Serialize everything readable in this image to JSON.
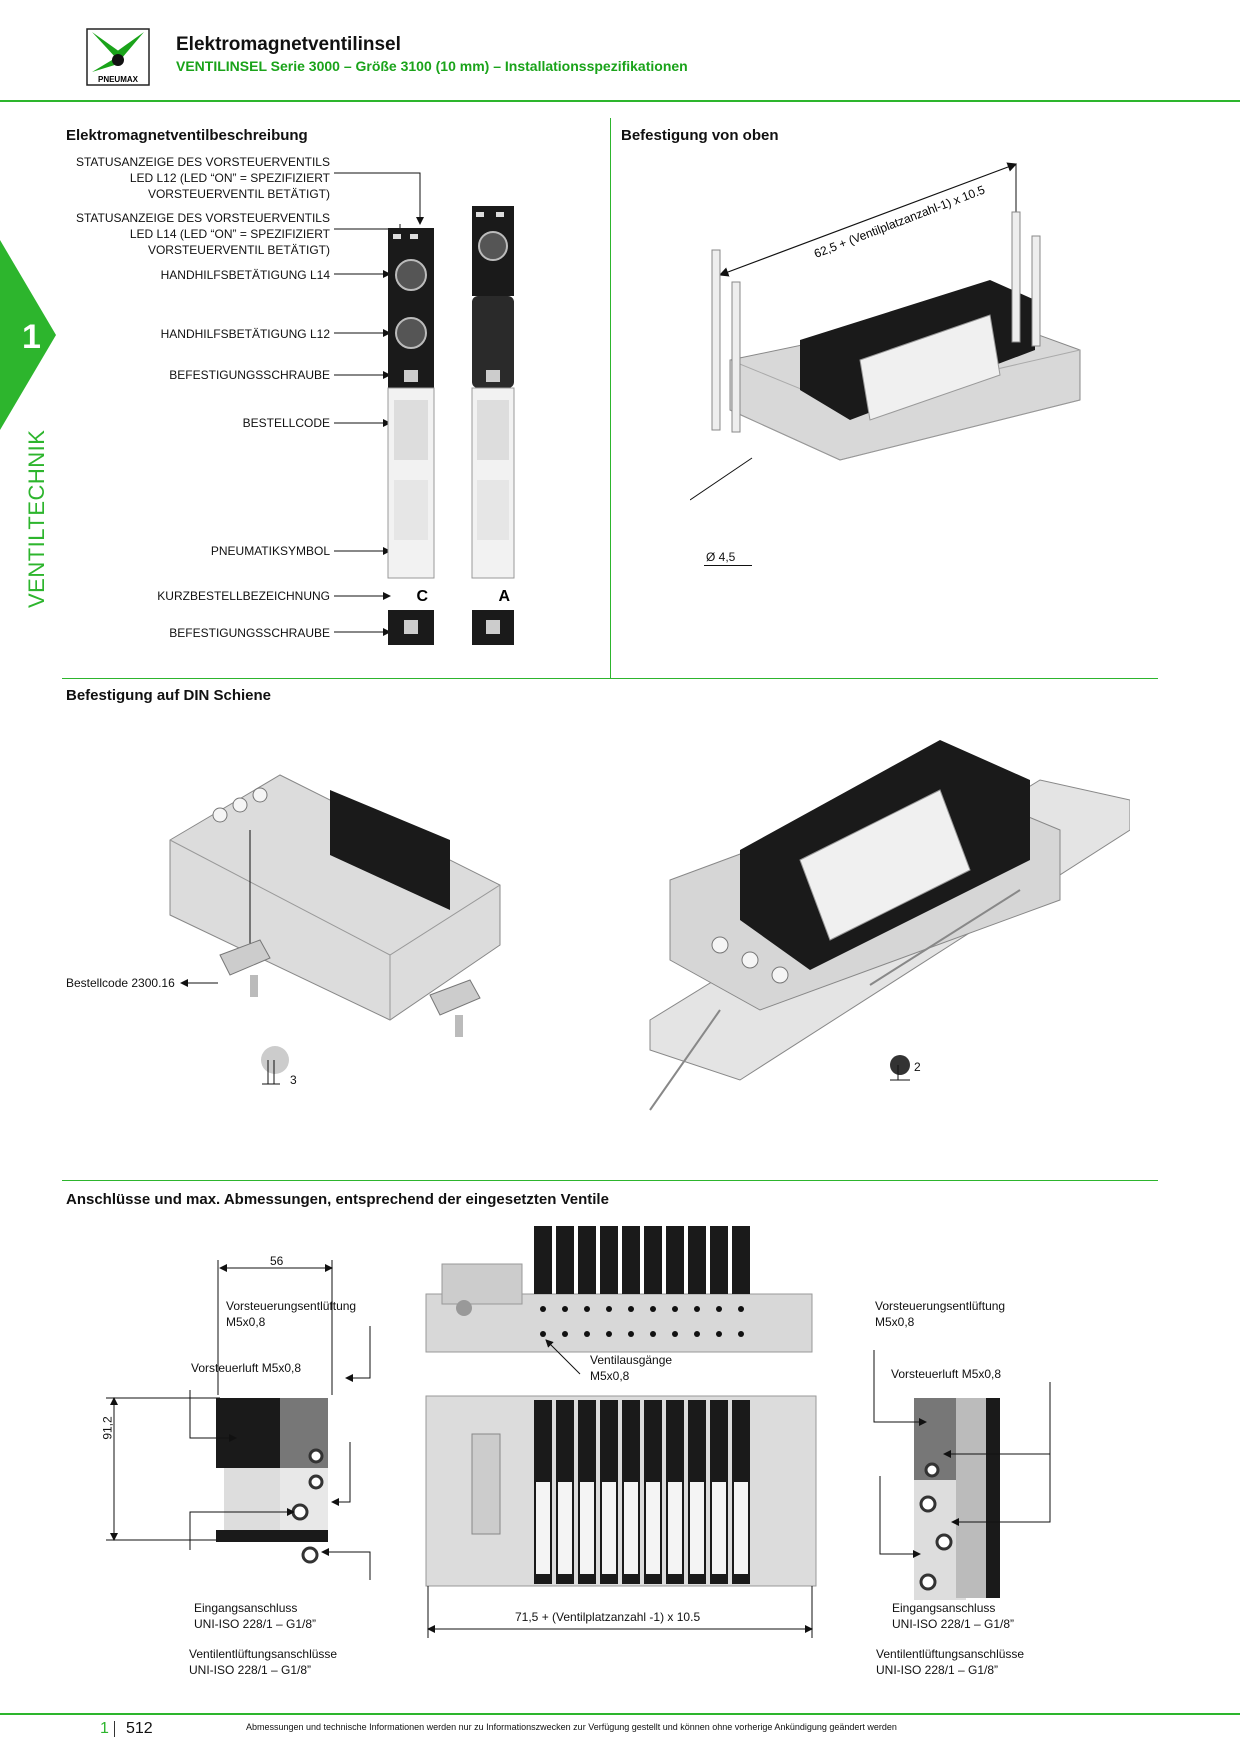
{
  "header": {
    "logo_text": "PNEUMAX",
    "title": "Elektromagnetventilinsel",
    "subtitle": "VENTILINSEL Serie 3000 – Größe 3100 (10 mm) – Installationsspezifikationen"
  },
  "side": {
    "chapter_number": "1",
    "chapter_label": "VENTILTECHNIK"
  },
  "section1": {
    "title": "Elektromagnetventilbeschreibung",
    "labels": [
      "STATUSANZEIGE DES VORSTEUERVENTILS\nLED L12 (LED “ON” = SPEZIFIZIERT\nVORSTEUERVENTIL BETÄTIGT)",
      "STATUSANZEIGE DES VORSTEUERVENTILS\nLED L14 (LED “ON” = SPEZIFIZIERT\nVORSTEUERVENTIL BETÄTIGT)",
      "HANDHILFSBETÄTIGUNG L14",
      "HANDHILFSBETÄTIGUNG L12",
      "BEFESTIGUNGSSCHRAUBE",
      "BESTELLCODE",
      "PNEUMATIKSYMBOL",
      "KURZBESTELLBEZEICHNUNG",
      "BEFESTIGUNGSSCHRAUBE"
    ],
    "valve1_letter": "C",
    "valve2_letter": "A"
  },
  "section2": {
    "title": "Befestigung von oben",
    "dim_label": "62,5 + (Ventilplatzanzahl-1) x 10.5",
    "hole_label": "Ø 4,5"
  },
  "section3": {
    "title": "Befestigung auf DIN Schiene",
    "order_code": "Bestellcode 2300.16",
    "torque1": "3",
    "torque2": "2"
  },
  "section4": {
    "title": "Anschlüsse und max. Abmessungen, entsprechend der eingesetzten Ventile",
    "dim_56": "56",
    "dim_912": "91,2",
    "left_pilot_exhaust": "Vorsteuerungsentlüftung\nM5x0,8",
    "left_pilot_air": "Vorsteuerluft  M5x0,8",
    "left_inlet": "Eingangsanschluss\nUNI-ISO 228/1 – G1/8”",
    "left_exhaust": "Ventilentlüftungsanschlüsse\nUNI-ISO 228/1 – G1/8”",
    "center_outputs": "Ventilausgänge\nM5x0,8",
    "center_dim": "71,5 + (Ventilplatzanzahl -1) x 10.5",
    "right_pilot_exhaust": "Vorsteuerungsentlüftung\nM5x0,8",
    "right_pilot_air": "Vorsteuerluft M5x0,8",
    "right_inlet": "Eingangsanschluss\nUNI-ISO 228/1 – G1/8”",
    "right_exhaust": "Ventilentlüftungsanschlüsse\nUNI-ISO 228/1 – G1/8”"
  },
  "footer": {
    "chapter": "1",
    "page": "512",
    "disclaimer": "Abmessungen und technische Informationen werden nur zu Informationszwecken zur Verfügung gestellt und können ohne vorherige Ankündigung geändert werden"
  },
  "colors": {
    "accent": "#2db52d",
    "subtitle": "#1aa31a"
  }
}
